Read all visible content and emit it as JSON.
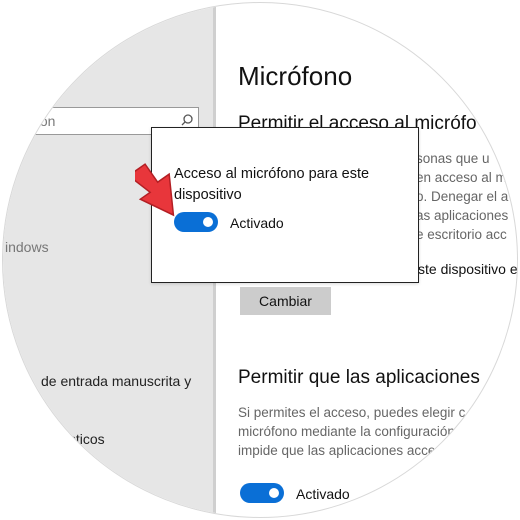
{
  "sidebar": {
    "search_placeholder": "ación",
    "items": [
      {
        "label": "indows"
      },
      {
        "label": "de entrada manuscrita y"
      },
      {
        "label": "ísticos"
      }
    ]
  },
  "main": {
    "title": "Micrófono",
    "section1": {
      "title": "Permitir el acceso al micrófo",
      "desc_lines": [
        "sonas que u",
        "en acceso al m",
        "o. Denegar el a",
        "as aplicaciones",
        "e escritorio acc"
      ],
      "status": "ste dispositivo e",
      "change_label": "Cambiar"
    },
    "section2": {
      "title": "Permitir que las aplicaciones",
      "desc_lines": [
        "Si permites el acceso, puedes elegir c",
        "micrófono mediante la configuración",
        "impide que las aplicaciones acce"
      ],
      "toggle_label": "Activado",
      "toggle_on": true
    }
  },
  "popup": {
    "text": "Acceso al micrófono para este dispositivo",
    "toggle_label": "Activado",
    "toggle_on": true
  },
  "colors": {
    "accent": "#0a6fd6",
    "arrow": "#e8363b",
    "sidebar_bg": "#e6e6e6"
  }
}
